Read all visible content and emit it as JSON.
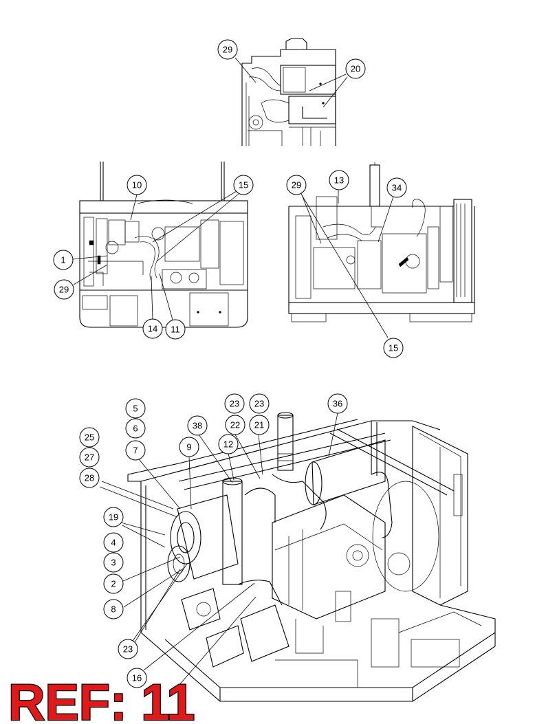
{
  "ref_label": "REF: 11",
  "callouts": {
    "top_29": "29",
    "top_20": "20",
    "left_10": "10",
    "left_15": "15",
    "left_1": "1",
    "left_29": "29",
    "left_14": "14",
    "left_11": "11",
    "right_29": "29",
    "right_13": "13",
    "right_34": "34",
    "right_15": "15",
    "iso_23a": "23",
    "iso_23b": "23",
    "iso_36": "36",
    "iso_5": "5",
    "iso_6": "6",
    "iso_22": "22",
    "iso_21": "21",
    "iso_38": "38",
    "iso_25": "25",
    "iso_7": "7",
    "iso_12": "12",
    "iso_9": "9",
    "iso_27": "27",
    "iso_28": "28",
    "iso_19": "19",
    "iso_4": "4",
    "iso_3": "3",
    "iso_2": "2",
    "iso_8": "8",
    "iso_23c": "23",
    "iso_16": "16"
  }
}
